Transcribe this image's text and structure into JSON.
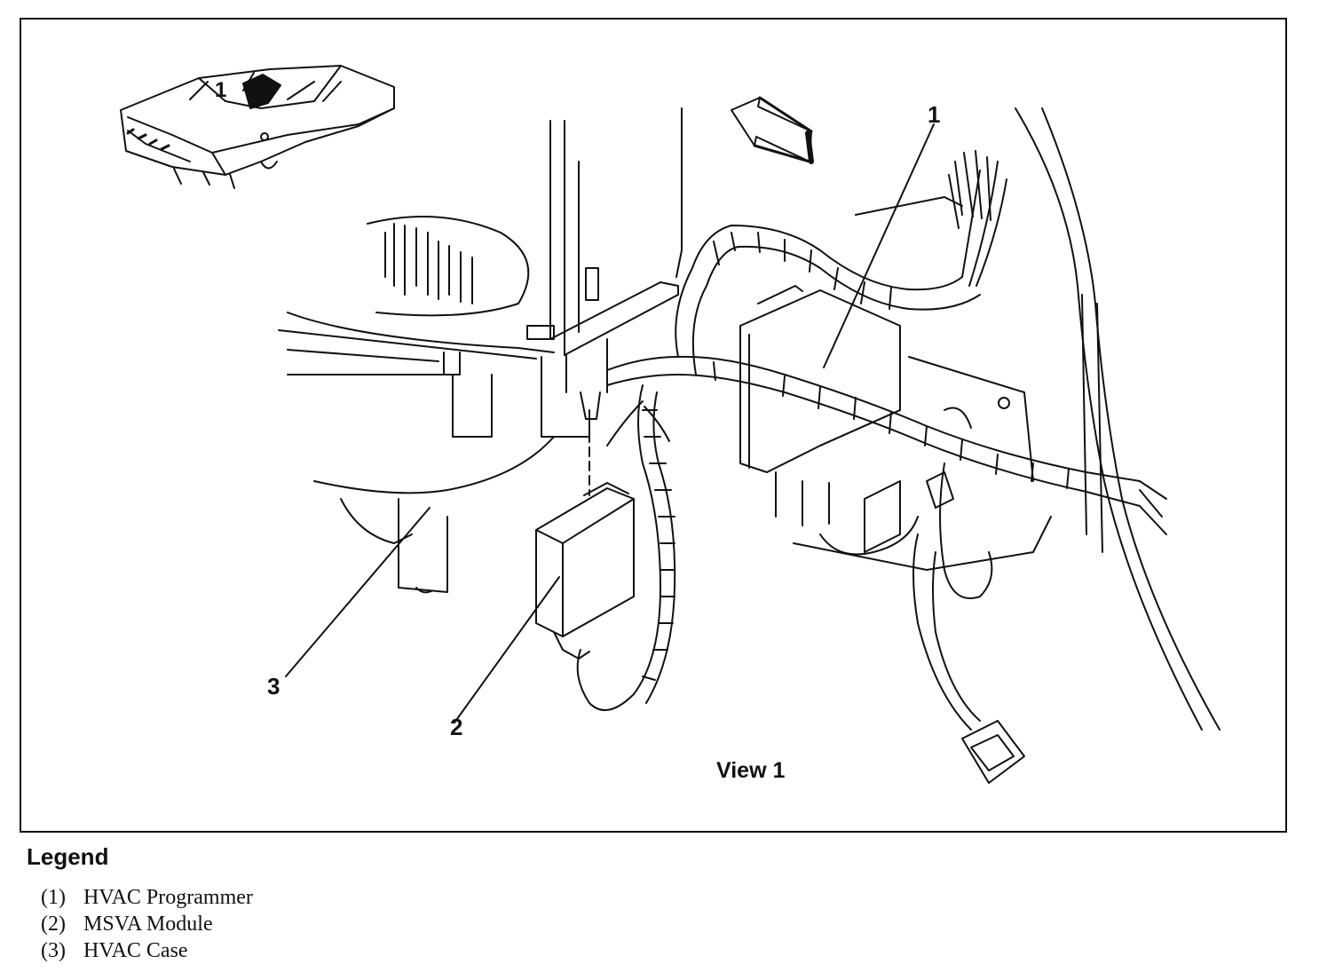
{
  "diagram": {
    "callouts": {
      "c1": "1",
      "c2": "2",
      "c3": "3",
      "inset_number": "1"
    },
    "view_label": "View 1"
  },
  "legend": {
    "title": "Legend",
    "items": [
      {
        "num": "(1)",
        "label": "HVAC Programmer"
      },
      {
        "num": "(2)",
        "label": "MSVA Module"
      },
      {
        "num": "(3)",
        "label": "HVAC Case"
      }
    ]
  },
  "colors": {
    "ink": "#111111",
    "background": "#ffffff"
  }
}
